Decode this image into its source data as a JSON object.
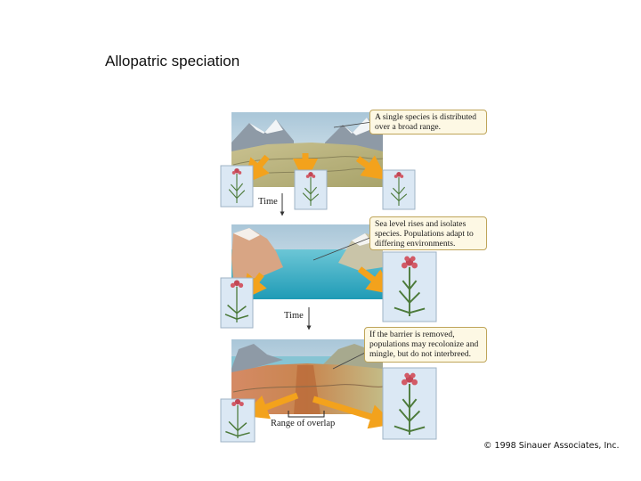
{
  "slide": {
    "title": "Allopatric speciation",
    "copyright": "© 1998 Sinauer Associates, Inc."
  },
  "panels": [
    {
      "callout": "A single species is distributed over a broad range."
    },
    {
      "callout": "Sea level rises and isolates species. Populations adapt to differing environments."
    },
    {
      "callout": "If the barrier is removed, populations may recolonize and mingle, but do not interbreed."
    }
  ],
  "time_labels": [
    "Time",
    "Time"
  ],
  "overlap_label": "Range of overlap",
  "colors": {
    "arrow": "#f3a21c",
    "sea": "#3aaec4",
    "callout_bg": "#fdf8e4",
    "population_a": "#c96a4a",
    "population_b": "#b7a76a"
  }
}
